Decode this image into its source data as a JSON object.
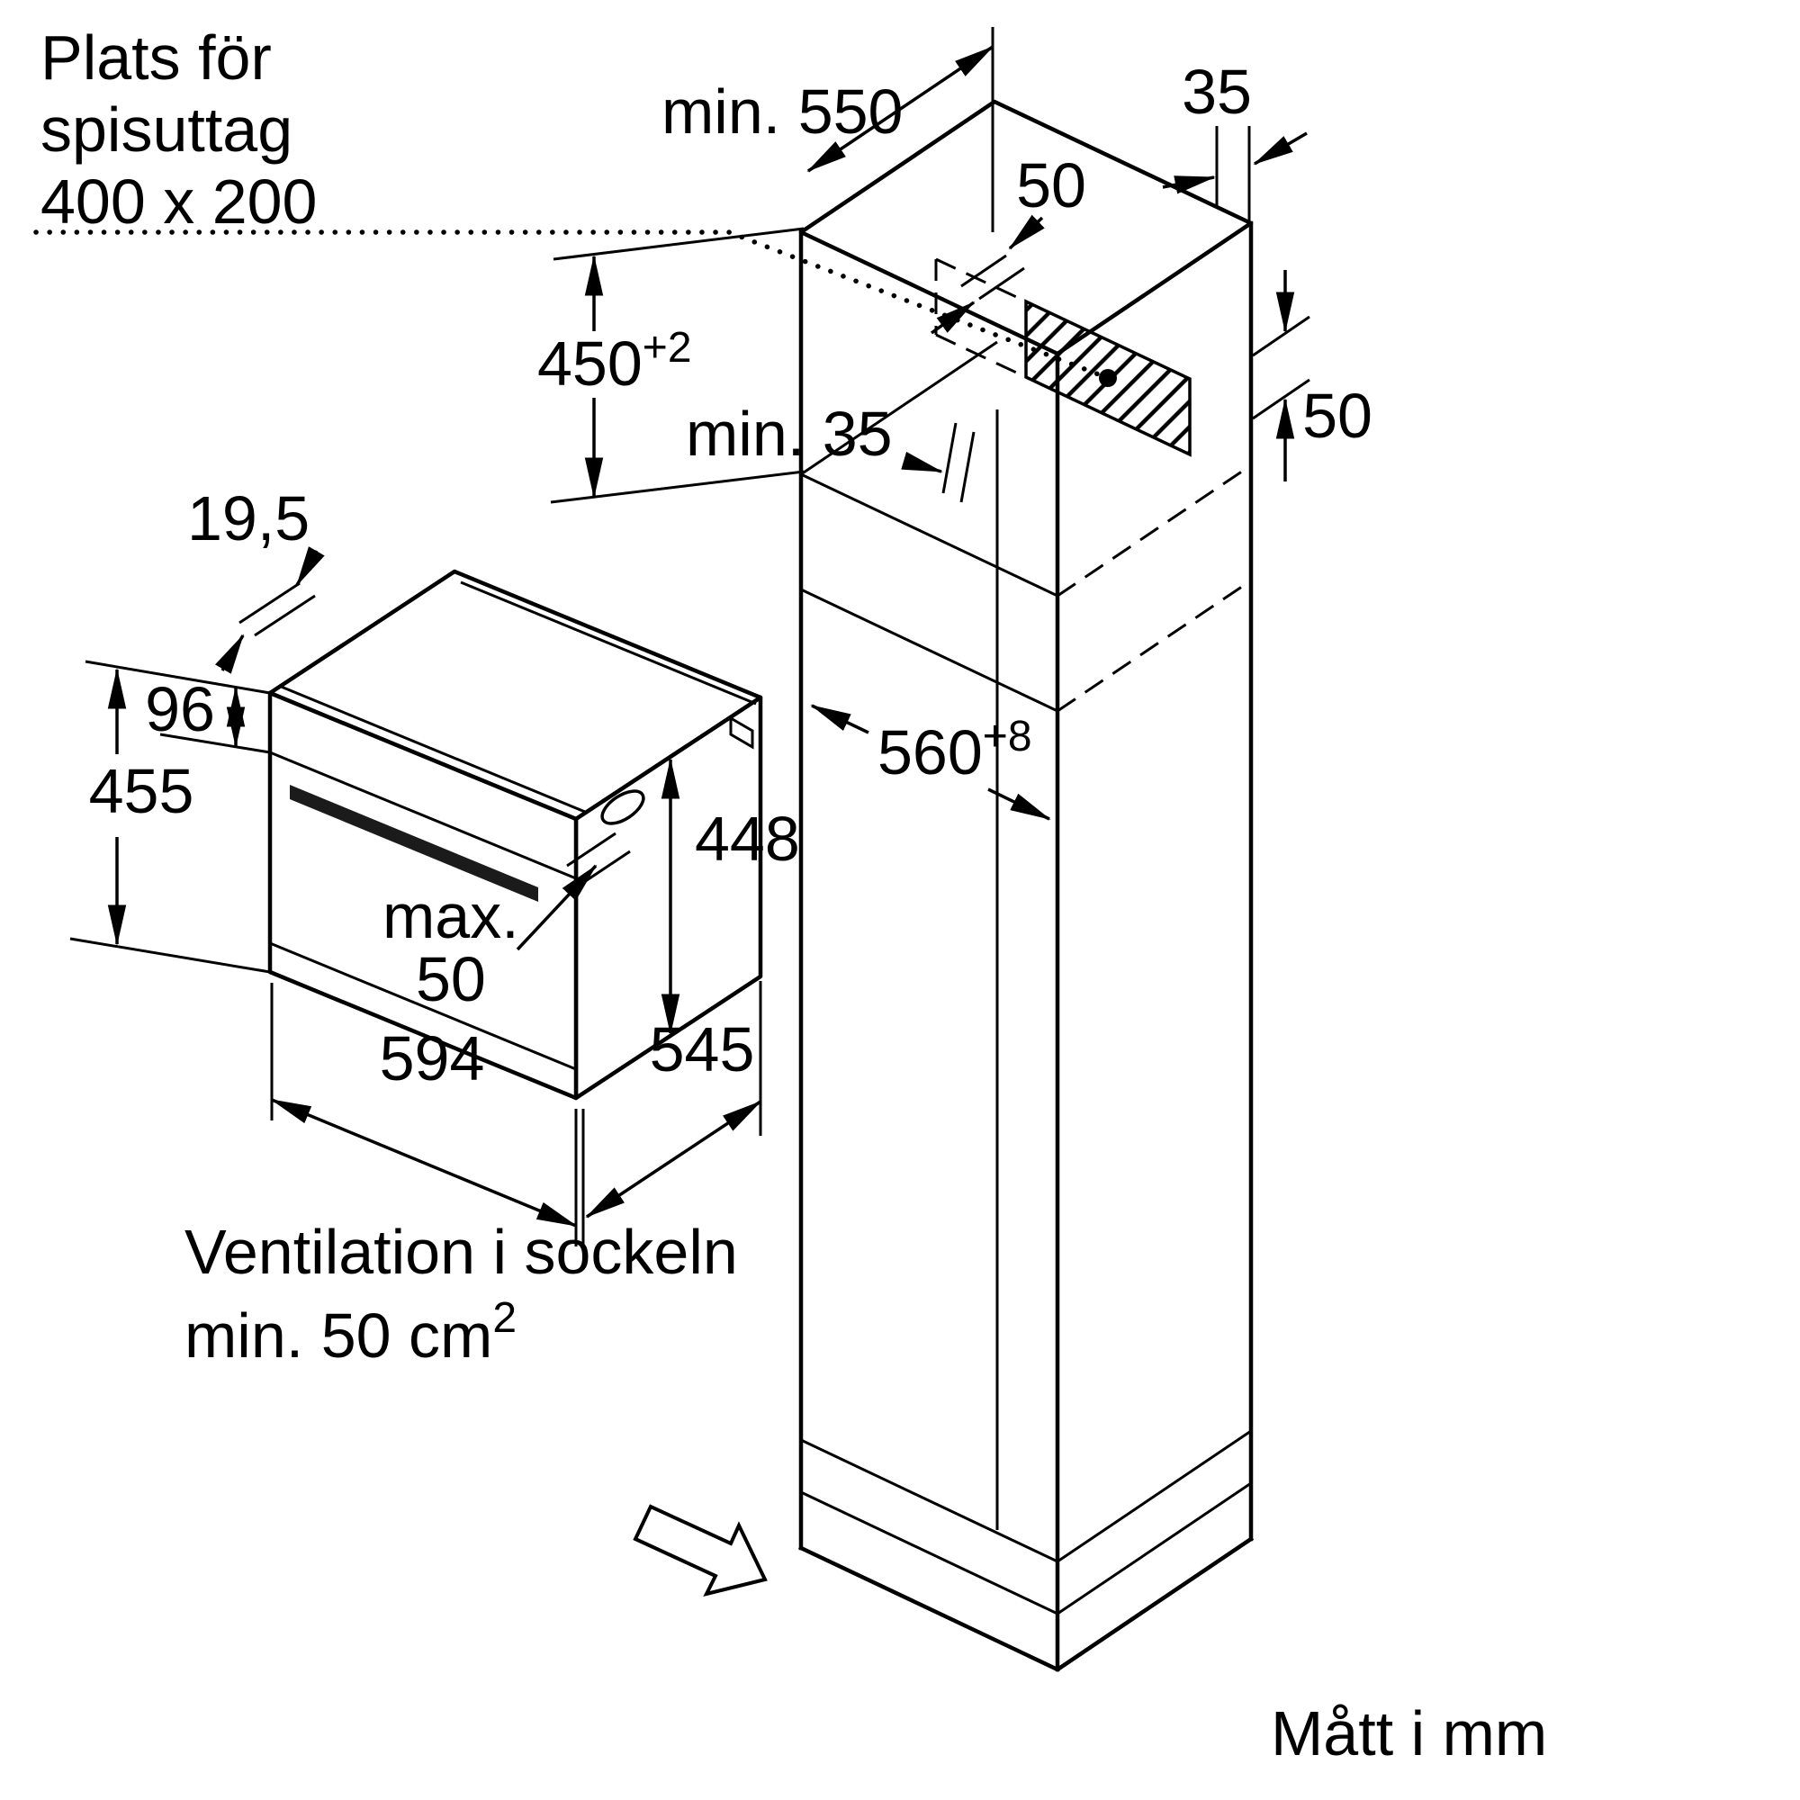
{
  "diagram": {
    "title": "Mått i mm",
    "notes": {
      "outlet_line1": "Plats för",
      "outlet_line2": "spisuttag",
      "outlet_line3": "400 x 200",
      "ventilation_line1": "Ventilation i sockeln",
      "ventilation_line2": "min. 50 cm",
      "ventilation_sup": "2"
    },
    "dims": {
      "cabinet_depth": "min. 550",
      "rear_gap": "35",
      "outlet_top_offset": "50",
      "outlet_side_offset": "50",
      "shelf_front_gap": "min. 35",
      "niche_height": "450",
      "niche_height_tol": "+2",
      "niche_width": "560",
      "niche_width_tol": "+8",
      "frame_overhang": "19,5",
      "panel_height": "96",
      "oven_height": "455",
      "body_height": "448",
      "clearance_word": "max.",
      "clearance_value": "50",
      "oven_width": "594",
      "body_depth": "545"
    }
  }
}
